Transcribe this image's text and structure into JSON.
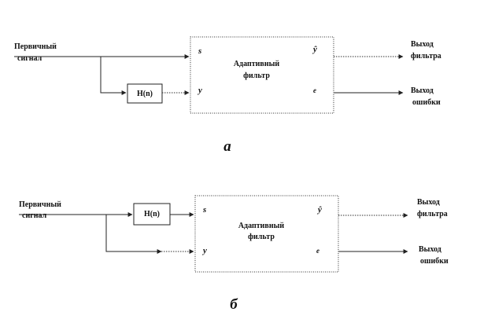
{
  "diagram_a": {
    "caption": "а",
    "input_label": [
      "Первичный",
      "сигнал"
    ],
    "block_h": "H(n)",
    "filter_title": [
      "Адаптивный",
      "фильтр"
    ],
    "port_s": "s",
    "port_y": "y",
    "port_yhat": "ŷ",
    "port_e": "e",
    "out_filter": [
      "Выход",
      "фильтра"
    ],
    "out_error": [
      "Выход",
      "ошибки"
    ]
  },
  "diagram_b": {
    "caption": "б",
    "input_label": [
      "Первичный",
      "сигнал"
    ],
    "block_h": "H(n)",
    "filter_title": [
      "Адаптивный",
      "фильтр"
    ],
    "port_s": "s",
    "port_y": "y",
    "port_yhat": "ŷ",
    "port_e": "e",
    "out_filter": [
      "Выход",
      "фильтра"
    ],
    "out_error": [
      "Выход",
      "ошибки"
    ]
  }
}
